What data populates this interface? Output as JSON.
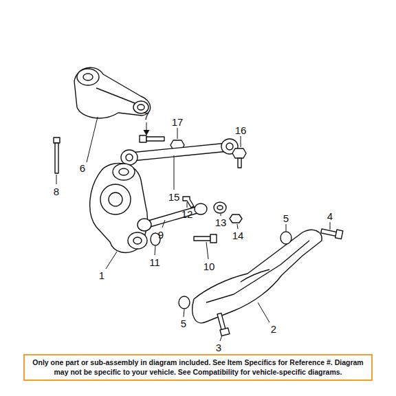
{
  "diagram": {
    "nodes": [
      {
        "text": [
          "Only one part or sub-assembly in diagram included. See Item Specifics for Reference #. Diagram may not be specific to your vehicle. See Compatibility for vehicle-specific diagrams."
        ]
      }
    ],
    "labels": [
      "7",
      "6",
      "8",
      "17",
      "16",
      "15",
      "12",
      "9",
      "13",
      "14",
      "5",
      "4",
      "11",
      "1",
      "10",
      "5",
      "2",
      "3"
    ]
  }
}
